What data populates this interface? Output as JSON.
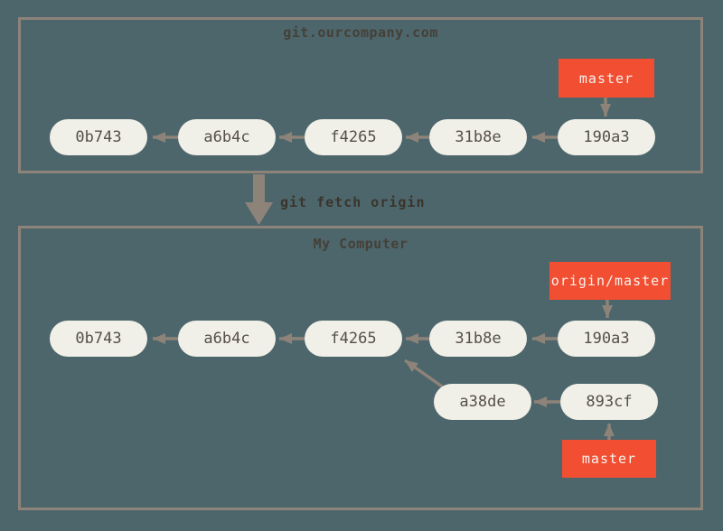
{
  "colors": {
    "background": "#4d666c",
    "box_border": "#8d8379",
    "arrow": "#8d8379",
    "commit_fill": "#f1f0e8",
    "commit_text": "#554f47",
    "branch_fill": "#f14e32",
    "branch_text": "#f6f3ee",
    "title_text": "#454037"
  },
  "remote": {
    "title": "git.ourcompany.com",
    "branch": "master",
    "commits": [
      "0b743",
      "a6b4c",
      "f4265",
      "31b8e",
      "190a3"
    ]
  },
  "fetch": {
    "label": "git fetch origin"
  },
  "local": {
    "title": "My Computer",
    "remote_branch": "origin/master",
    "branch": "master",
    "commits": [
      "0b743",
      "a6b4c",
      "f4265",
      "31b8e",
      "190a3"
    ],
    "feature_commits": [
      "a38de",
      "893cf"
    ]
  }
}
